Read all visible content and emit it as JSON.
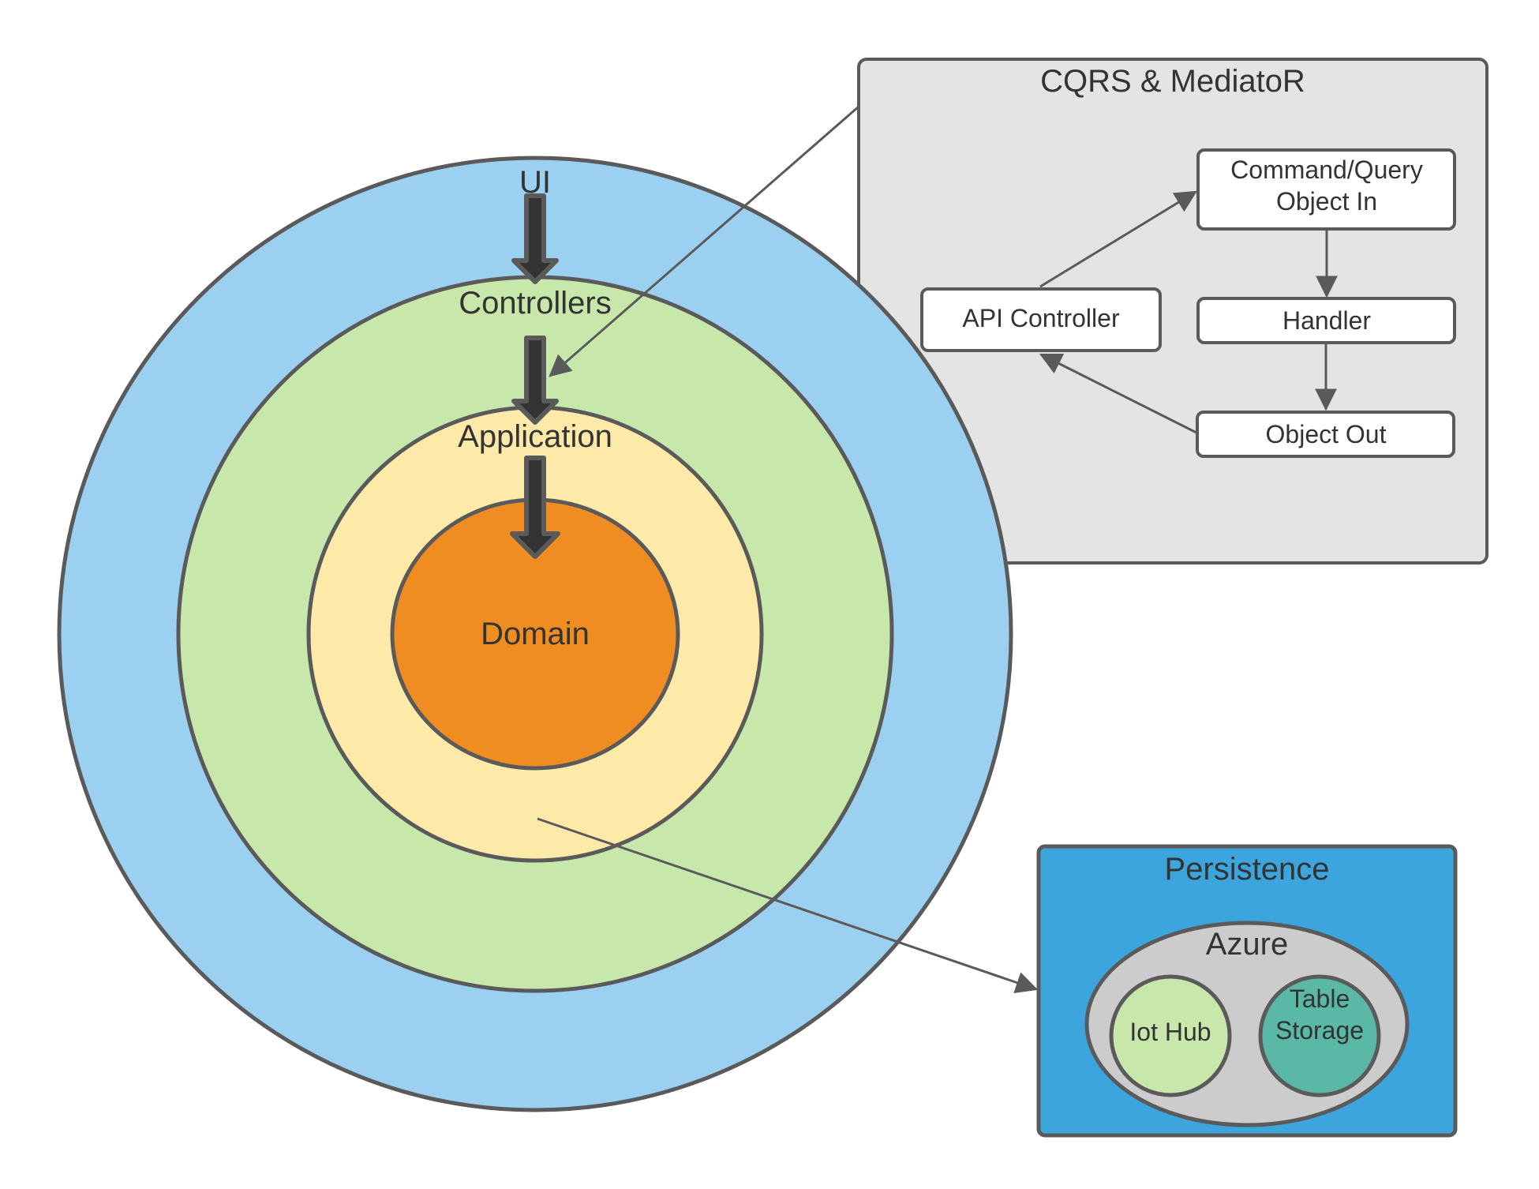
{
  "colors": {
    "ui": "#9bd0f1",
    "controllers": "#c7e7ab",
    "application": "#fdeaa9",
    "domain": "#ef8d22",
    "outline": "#5a5a5a",
    "cqrs_panel": "#e4e4e4",
    "persistence_panel": "#3ca5de",
    "azure": "#cccccc",
    "iot_hub": "#c7e7ab",
    "table_storage": "#5ab8a6"
  },
  "layers": {
    "ui": "UI",
    "controllers": "Controllers",
    "application": "Application",
    "domain": "Domain"
  },
  "cqrs": {
    "title": "CQRS & MediatoR",
    "command_query_line1": "Command/Query",
    "command_query_line2": "Object In",
    "api_controller": "API Controller",
    "handler": "Handler",
    "object_out": "Object Out"
  },
  "persistence": {
    "title": "Persistence",
    "azure": "Azure",
    "iot_hub": "Iot Hub",
    "table_storage_line1": "Table",
    "table_storage_line2": "Storage"
  }
}
